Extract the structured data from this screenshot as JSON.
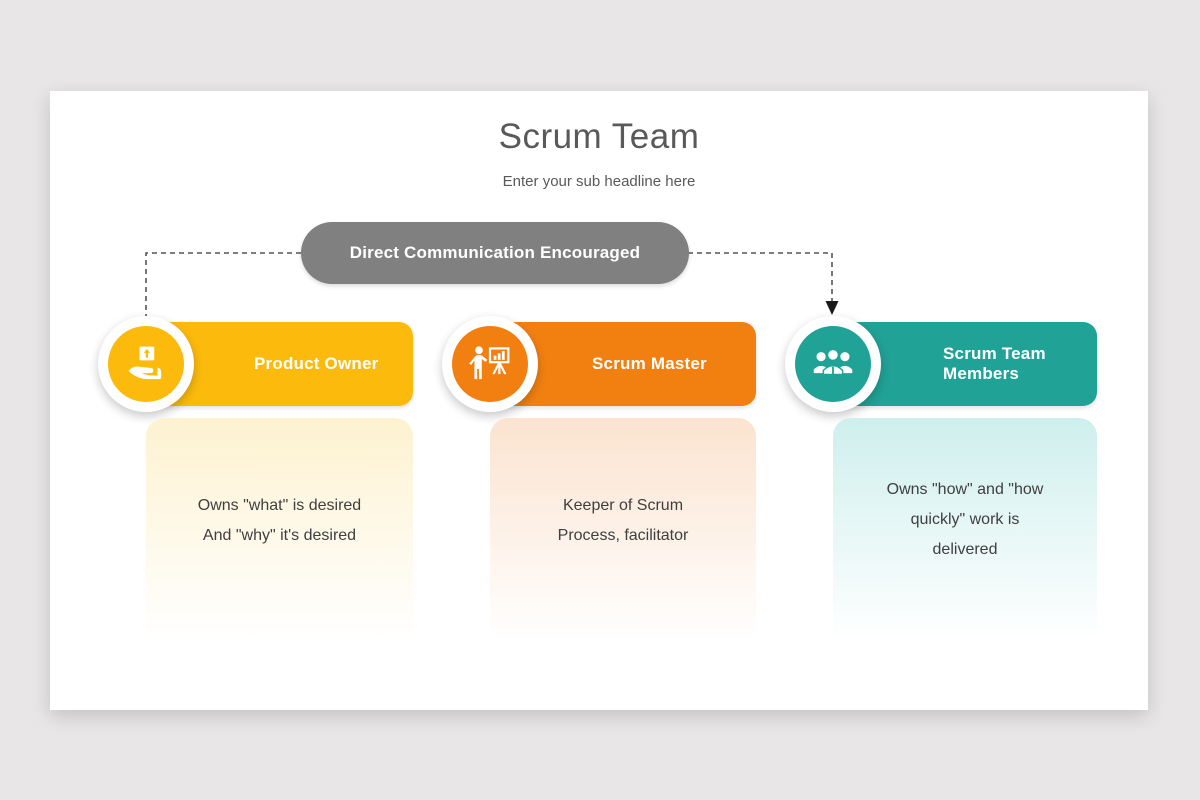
{
  "slide": {
    "title": "Scrum Team",
    "subtitle": "Enter your sub headline here",
    "banner": {
      "label": "Direct Communication Encouraged",
      "color": "#808080"
    },
    "connector": {
      "style": "dashed",
      "line_color": "#555555",
      "arrow_color": "#1a1a1a"
    },
    "columns": [
      {
        "label": "Product Owner",
        "icon": "hand-holding-box-icon",
        "accent_color": "#FCBB0C",
        "card_top_color": "#FDF2D0",
        "body": "Owns \"what\" is desired\nAnd \"why\" it's desired"
      },
      {
        "label": "Scrum Master",
        "icon": "presenter-easel-icon",
        "accent_color": "#F28011",
        "card_top_color": "#FBE3CF",
        "body": "Keeper of Scrum\nProcess, facilitator"
      },
      {
        "label": "Scrum Team Members",
        "icon": "people-group-icon",
        "accent_color": "#21A296",
        "card_top_color": "#CEEFED",
        "body": "Owns \"how\" and \"how\nquickly\" work is\ndelivered"
      }
    ]
  },
  "page": {
    "background_color": "#E8E6E7",
    "slide_color": "#FFFFFF",
    "title_color": "#595959",
    "body_text_color": "#3F3F3F"
  }
}
